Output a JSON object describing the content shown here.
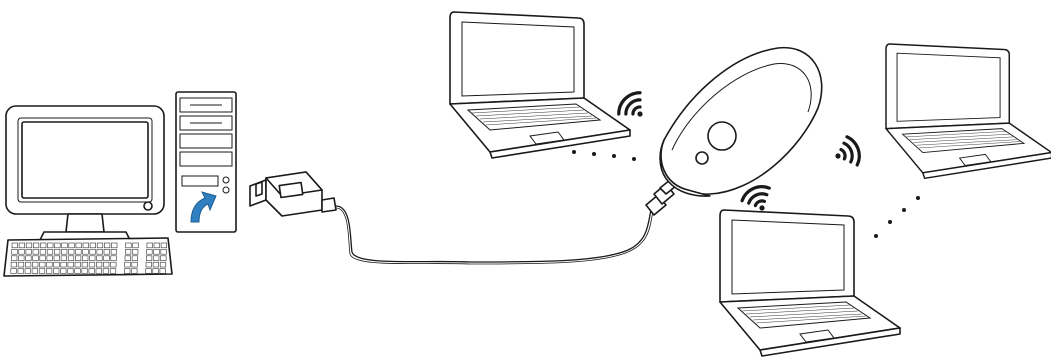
{
  "diagram": {
    "devices": [
      {
        "id": "desktop-computer",
        "kind": "desktop"
      },
      {
        "id": "usb-power-adapter",
        "kind": "adapter"
      },
      {
        "id": "mobile-wifi-router",
        "kind": "router"
      },
      {
        "id": "laptop-top",
        "kind": "laptop"
      },
      {
        "id": "laptop-right",
        "kind": "laptop"
      },
      {
        "id": "laptop-bottom",
        "kind": "laptop"
      }
    ],
    "connections": [
      {
        "from": "usb-power-adapter",
        "to": "mobile-wifi-router",
        "type": "usb-cable"
      },
      {
        "from": "mobile-wifi-router",
        "to": "laptop-top",
        "type": "wireless"
      },
      {
        "from": "mobile-wifi-router",
        "to": "laptop-right",
        "type": "wireless"
      },
      {
        "from": "mobile-wifi-router",
        "to": "laptop-bottom",
        "type": "wireless"
      }
    ],
    "colors": {
      "line": "#1a1a1a",
      "arrow": "#2f7fc1",
      "background": "#ffffff"
    }
  }
}
